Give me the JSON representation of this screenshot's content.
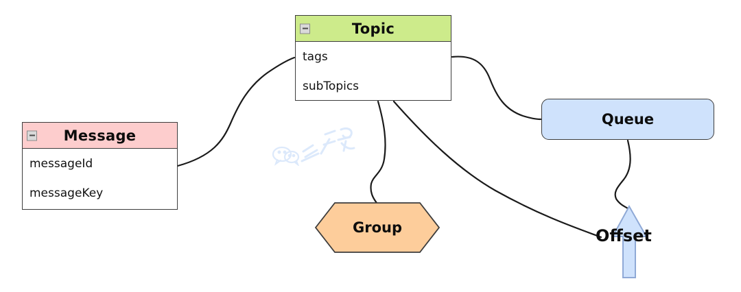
{
  "diagram": {
    "type": "uml-class-relationship-diagram",
    "background_color": "#ffffff",
    "nodes": {
      "topic": {
        "title": "Topic",
        "shape": "uml-class",
        "header_color": "#cdeb8b",
        "body_color": "#ffffff",
        "border_color": "#3c3c3c",
        "collapse_icon": "minus-square-icon",
        "attributes": [
          "tags",
          "subTopics"
        ]
      },
      "message": {
        "title": "Message",
        "shape": "uml-class",
        "header_color": "#fdcdcd",
        "body_color": "#ffffff",
        "border_color": "#3c3c3c",
        "collapse_icon": "minus-square-icon",
        "attributes": [
          "messageId",
          "messageKey"
        ]
      },
      "queue": {
        "title": "Queue",
        "shape": "rounded-rectangle",
        "fill_color": "#cfe2fc",
        "border_color": "#3c3c3c"
      },
      "group": {
        "title": "Group",
        "shape": "hexagon",
        "fill_color": "#fdcd9b",
        "border_color": "#3c3c3c"
      },
      "offset": {
        "title": "Offset",
        "shape": "up-arrow",
        "fill_color": "#cfe2fc",
        "border_color": "#8fa9d6"
      }
    },
    "edges": [
      {
        "from": "message",
        "to": "topic",
        "style": "curved",
        "color": "#1a1a1a"
      },
      {
        "from": "topic",
        "to": "queue",
        "style": "curved",
        "color": "#1a1a1a"
      },
      {
        "from": "topic",
        "to": "group",
        "style": "curved",
        "color": "#1a1a1a"
      },
      {
        "from": "topic",
        "to": "offset",
        "style": "curved",
        "color": "#1a1a1a"
      },
      {
        "from": "queue",
        "to": "offset",
        "style": "curved",
        "color": "#1a1a1a"
      }
    ],
    "watermark": {
      "text": "三分恶",
      "icon": "wechat-icon",
      "color": "#dce9fb"
    }
  }
}
